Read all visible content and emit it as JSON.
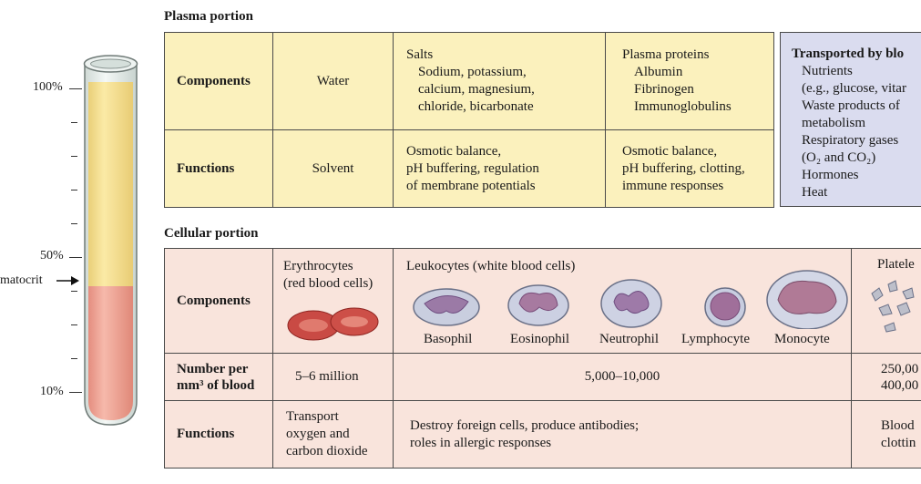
{
  "tube": {
    "labels": {
      "p100": "100%",
      "p50": "50%",
      "p10": "10%",
      "hematocrit": "matocrit"
    },
    "colors": {
      "plasma": "#f2d985",
      "cells": "#e99a8a",
      "glass": "#dfeae6"
    }
  },
  "plasma": {
    "title": "Plasma portion",
    "rows": {
      "components": {
        "header": "Components",
        "water": "Water",
        "salts": [
          "Salts",
          "Sodium, potassium,",
          "calcium, magnesium,",
          "chloride, bicarbonate"
        ],
        "proteins": [
          "Plasma proteins",
          "Albumin",
          "Fibrinogen",
          "Immunoglobulins"
        ]
      },
      "functions": {
        "header": "Functions",
        "water": "Solvent",
        "salts": [
          "Osmotic balance,",
          "pH buffering, regulation",
          "of membrane potentials"
        ],
        "proteins": [
          "Osmotic balance,",
          "pH buffering, clotting,",
          "immune responses"
        ]
      }
    },
    "transported": {
      "title": "Transported by blo",
      "items": [
        "Nutrients",
        "(e.g., glucose, vitar",
        "Waste products of",
        "metabolism",
        "Respiratory gases",
        "(O₂ and CO₂)",
        "Hormones",
        "Heat"
      ]
    }
  },
  "cellular": {
    "title": "Cellular portion",
    "rows": {
      "components": {
        "header": "Components",
        "erythrocytes": [
          "Erythrocytes",
          "(red blood cells)"
        ],
        "leukocytes": "Leukocytes (white blood cells)",
        "leukocyte_types": [
          "Basophil",
          "Eosinophil",
          "Neutrophil",
          "Lymphocyte",
          "Monocyte"
        ],
        "platelets": "Platele"
      },
      "number": {
        "header": [
          "Number per",
          "mm³ of blood"
        ],
        "erythrocytes": "5–6 million",
        "leukocytes": "5,000–10,000",
        "platelets": [
          "250,00",
          "400,00"
        ]
      },
      "functions": {
        "header": "Functions",
        "erythrocytes": [
          "Transport",
          "oxygen and",
          "carbon dioxide"
        ],
        "leukocytes": [
          "Destroy foreign cells, produce antibodies;",
          "roles in allergic responses"
        ],
        "platelets": [
          "Blood",
          "clottin"
        ]
      }
    }
  }
}
